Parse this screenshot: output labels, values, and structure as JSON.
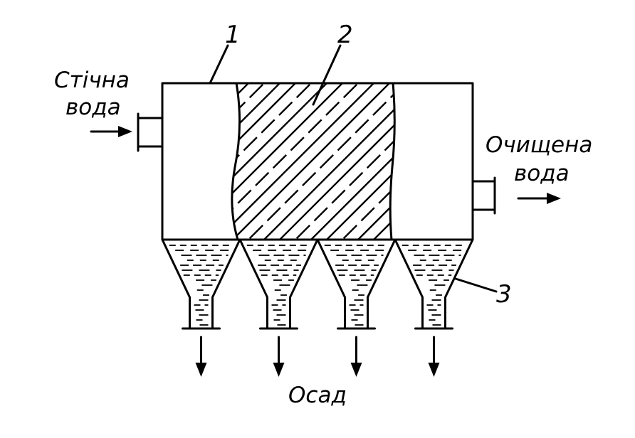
{
  "labels": {
    "inflow_line1": "Стічна",
    "inflow_line2": "вода",
    "outflow_line1": "Очищена",
    "outflow_line2": "вода",
    "sediment": "Осад"
  },
  "callouts": {
    "tank": "1",
    "filter_zone": "2",
    "hopper": "3"
  },
  "hopper_count": 4,
  "colors": {
    "ink": "#000000",
    "background": "#ffffff"
  }
}
